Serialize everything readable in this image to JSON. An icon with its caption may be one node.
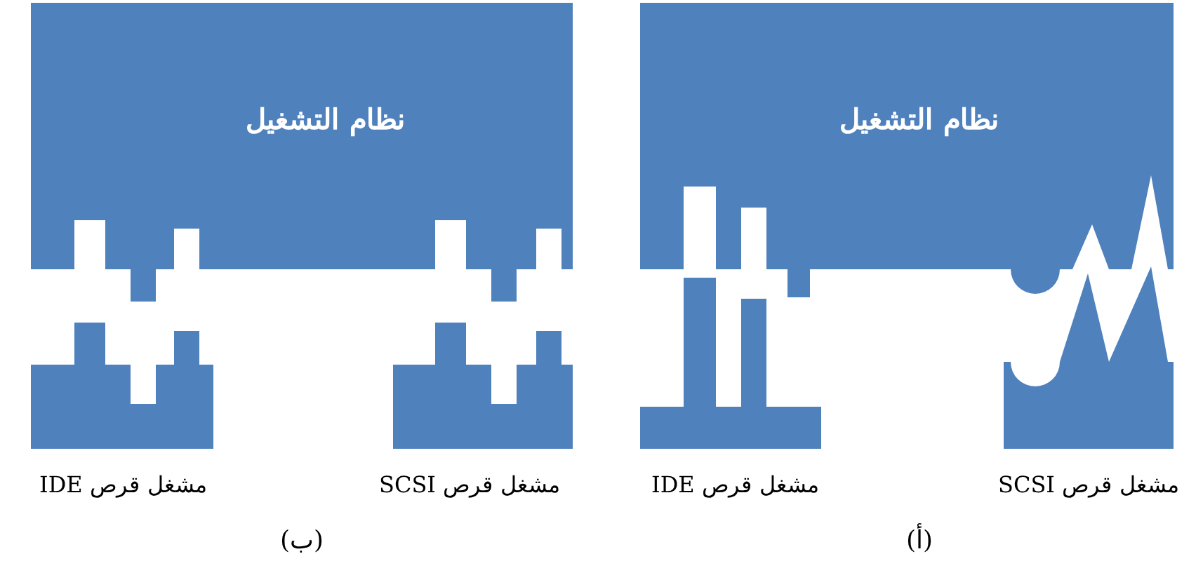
{
  "diagram": {
    "nodes": [
      {
        "text": [
          "نظام التشغيل"
        ]
      },
      {
        "text": [
          "مشغل قرص SCSI"
        ]
      },
      {
        "text": [
          "مشغل قرص IDE"
        ]
      },
      {
        "text": [
          "نظام التشغيل"
        ]
      },
      {
        "text": [
          "مشغل قرص SCSI"
        ]
      },
      {
        "text": [
          "مشغل قرص IDE"
        ]
      }
    ],
    "labels": [
      "(أ)",
      "(ب)"
    ]
  }
}
